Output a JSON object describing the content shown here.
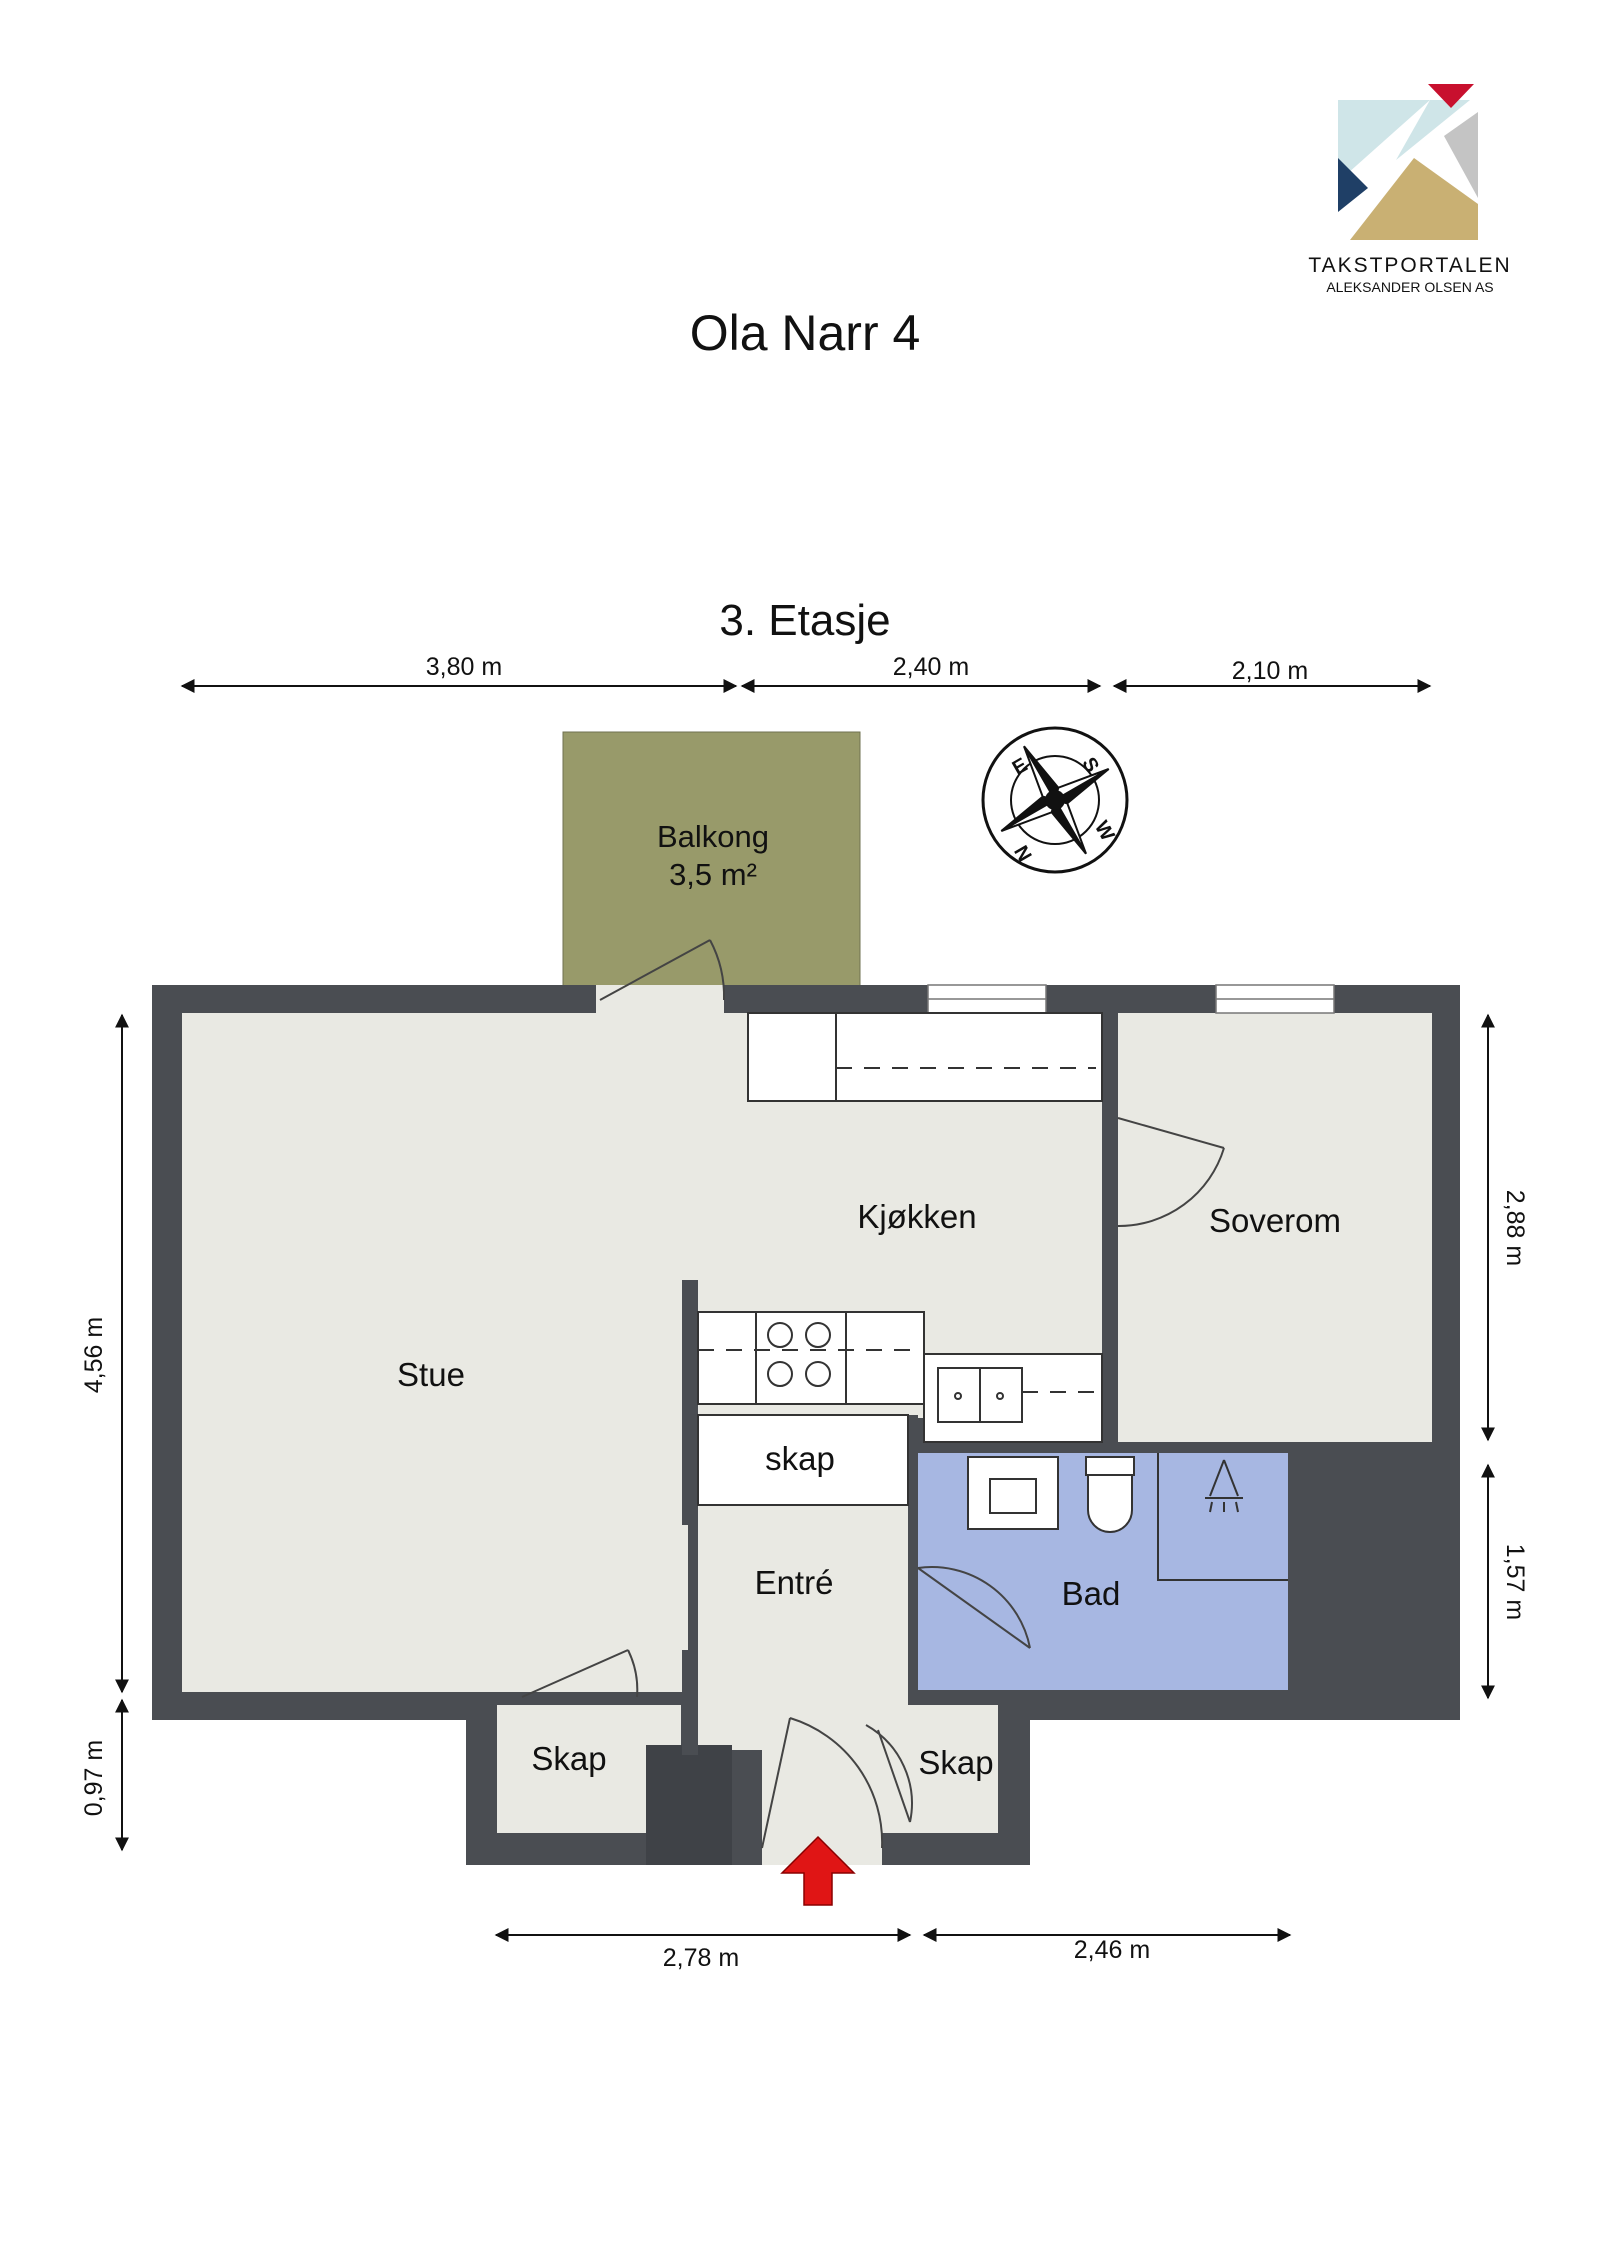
{
  "title": "Ola Narr 4",
  "floor_label": "3. Etasje",
  "logo": {
    "name": "TAKSTPORTALEN",
    "subtitle": "ALEKSANDER OLSEN AS",
    "colors": [
      "#cfe5e8",
      "#1f3f66",
      "#c9b073",
      "#c4c4c4",
      "#c8102e"
    ]
  },
  "rooms": {
    "balcony_name": "Balkong",
    "balcony_area": "3,5 m²",
    "kitchen": "Kjøkken",
    "bedroom": "Soverom",
    "living": "Stue",
    "closet_center": "skap",
    "hall": "Entré",
    "bath": "Bad",
    "closet_left": "Skap",
    "closet_right": "Skap"
  },
  "dimensions": {
    "top_1": "3,80 m",
    "top_2": "2,40 m",
    "top_3": "2,10 m",
    "left_1": "4,56 m",
    "left_2": "0,97 m",
    "right_1": "2,88 m",
    "right_2": "1,57 m",
    "bottom_1": "2,78 m",
    "bottom_2": "2,46 m"
  },
  "compass_letters": [
    "E",
    "S",
    "N",
    "W"
  ],
  "colors": {
    "wall": "#4a4d52",
    "floor": "#e9e9e3",
    "balcony": "#989a6a",
    "bath": "#a7b7e2",
    "entrance_arrow": "#e01515"
  }
}
